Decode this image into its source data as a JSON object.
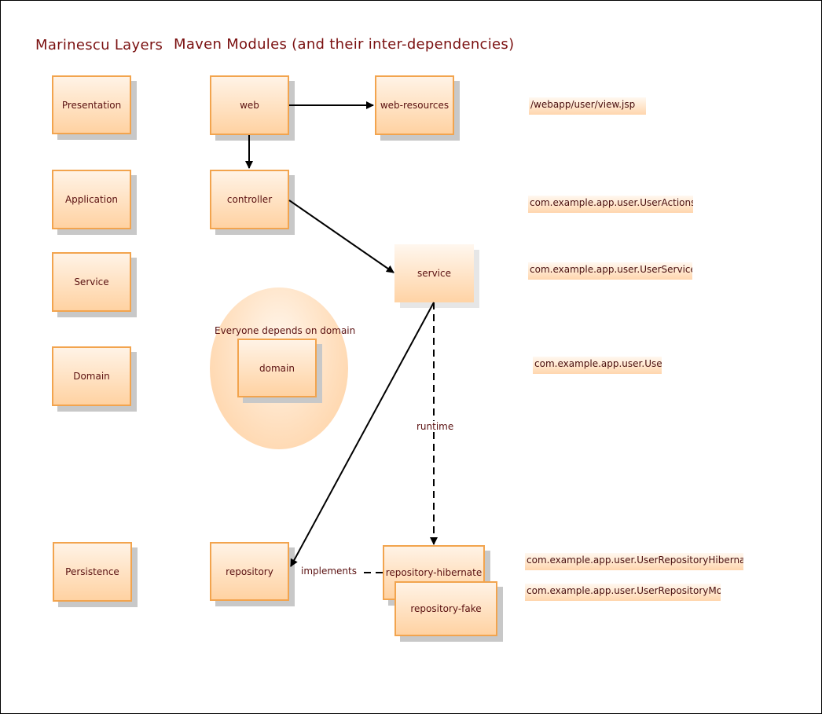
{
  "headings": {
    "layers": "Marinescu Layers",
    "modules": "Maven Modules (and their inter-dependencies)"
  },
  "layers": [
    {
      "label": "Presentation"
    },
    {
      "label": "Application"
    },
    {
      "label": "Service"
    },
    {
      "label": "Domain"
    },
    {
      "label": "Persistence"
    }
  ],
  "modules": {
    "web": "web",
    "web_resources": "web-resources",
    "controller": "controller",
    "service": "service",
    "domain": "domain",
    "repository": "repository",
    "repository_hibernate": "repository-hibernate",
    "repository_fake": "repository-fake"
  },
  "domain_group_label": "Everyone depends on domain",
  "edge_labels": {
    "runtime": "runtime",
    "implements": "implements"
  },
  "notes": [
    {
      "text": "/webapp/user/view.jsp"
    },
    {
      "text": "com.example.app.user.UserActions"
    },
    {
      "text": "com.example.app.user.UserService"
    },
    {
      "text": "com.example.app.user.Use"
    },
    {
      "text": "com.example.app.user.UserRepositoryHibernat"
    },
    {
      "text": "com.example.app.user.UserRepositoryMoc"
    }
  ],
  "edges": [
    {
      "from": "web",
      "to": "web-resources",
      "style": "solid"
    },
    {
      "from": "web",
      "to": "controller",
      "style": "solid"
    },
    {
      "from": "controller",
      "to": "service",
      "style": "solid"
    },
    {
      "from": "service",
      "to": "repository",
      "style": "solid"
    },
    {
      "from": "service",
      "to": "repository-hibernate",
      "style": "dashed",
      "label": "runtime"
    },
    {
      "from": "repository-hibernate",
      "to": "repository",
      "style": "dashed",
      "label": "implements"
    }
  ],
  "colors": {
    "heading": "#7a1010",
    "text": "#5a1010",
    "box_border": "#f2a44e",
    "box_fill_top": "#fff3e6",
    "box_fill_bottom": "#ffd2a2",
    "shadow": "#c8c8c8",
    "edge": "#000000"
  }
}
